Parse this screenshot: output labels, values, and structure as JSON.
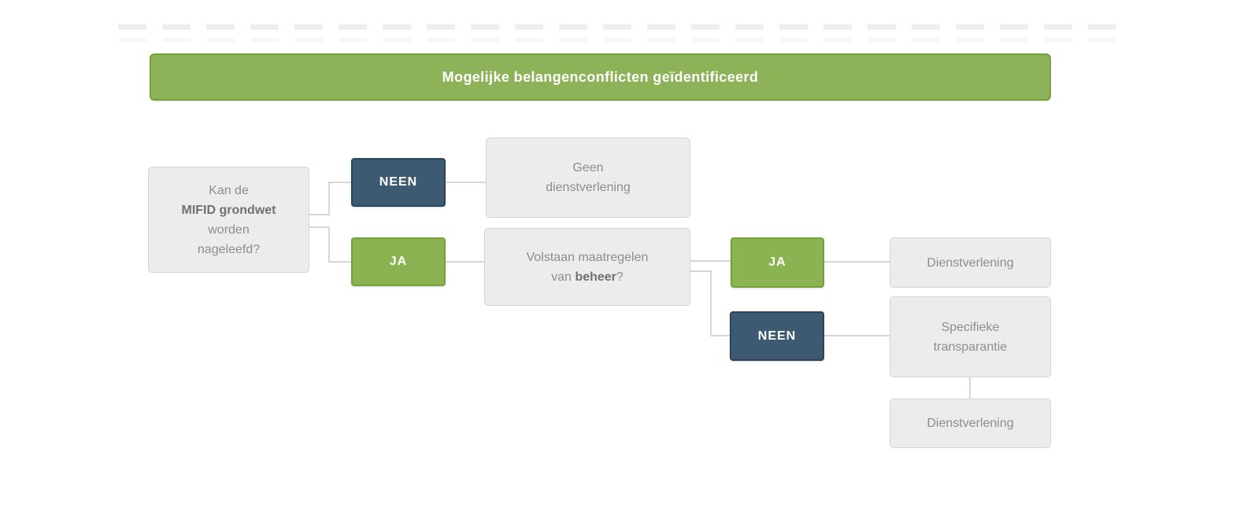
{
  "header": {
    "title": "Mogelijke belangenconflicten geïdentificeerd"
  },
  "colors": {
    "banner_green": "#8db257",
    "banner_green_border": "#76a03c",
    "node_green": "#8cb351",
    "node_navy": "#3d5a72",
    "node_gray_fill": "#ececec",
    "node_gray_border": "#d4d4d4",
    "text_gray": "#8d8d8d",
    "text_white": "#ffffff",
    "connector_gray": "#d6d6d6"
  },
  "flowchart": {
    "nodes": {
      "question_mifid": {
        "line1": "Kan de",
        "line2_bold": "MIFID grondwet",
        "line3": "worden",
        "line4": "nageleefd?"
      },
      "neen1": {
        "label": "NEEN"
      },
      "geen_dienstverlening": {
        "line1": "Geen",
        "line2": "dienstverlening"
      },
      "ja1": {
        "label": "JA"
      },
      "question_beheer": {
        "line1": "Volstaan maatregelen",
        "line2_prefix": "van ",
        "line2_bold": "beheer",
        "line2_suffix": "?"
      },
      "ja2": {
        "label": "JA"
      },
      "dienstverlening_top": {
        "label": "Dienstverlening"
      },
      "neen2": {
        "label": "NEEN"
      },
      "specifieke_transparantie": {
        "line1": "Specifieke",
        "line2": "transparantie"
      },
      "dienstverlening_bottom": {
        "label": "Dienstverlening"
      }
    }
  }
}
